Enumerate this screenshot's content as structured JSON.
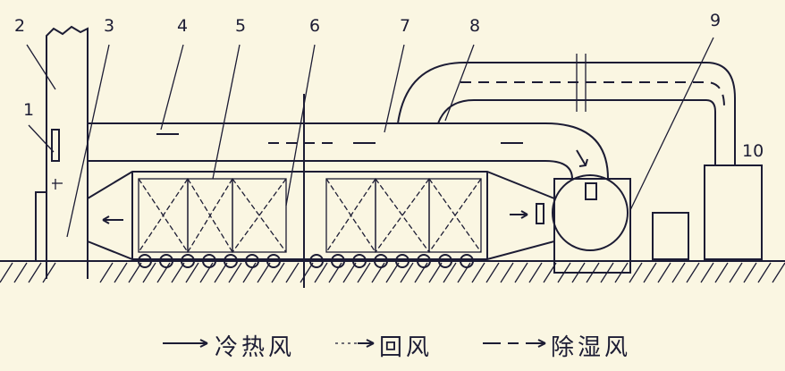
{
  "labels": [
    "1",
    "2",
    "3",
    "4",
    "5",
    "6",
    "7",
    "8",
    "9",
    "10"
  ],
  "legend": [
    {
      "style": "solid",
      "label": "冷热风"
    },
    {
      "style": "dash-dot",
      "label": "回风"
    },
    {
      "style": "dashed",
      "label": "除湿风"
    }
  ],
  "colors": {
    "background": "#faf6e2",
    "ink": "#1c1c34"
  }
}
